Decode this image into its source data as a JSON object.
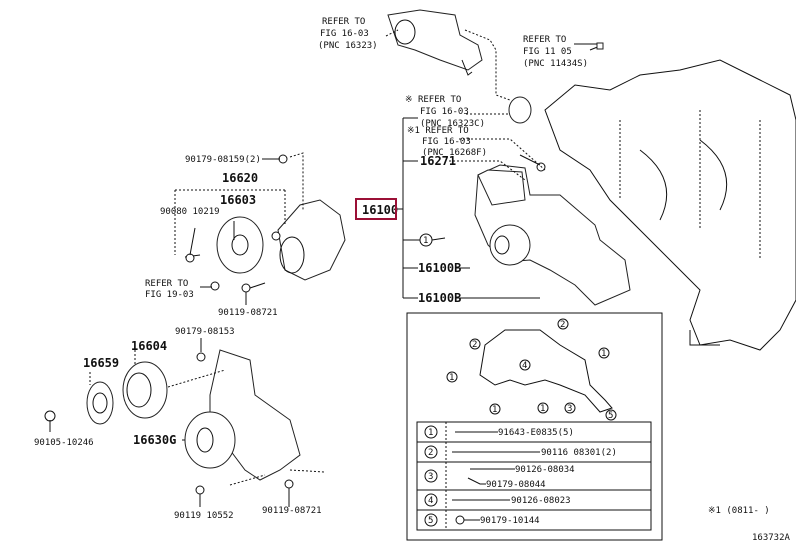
{
  "diagram_id": "163732A",
  "highlight_color": "#9b1036",
  "footnote": "※1 (0811-     )",
  "refs": {
    "top_left": [
      "REFER TO",
      "FIG 16-03",
      "(PNC 16323)"
    ],
    "top_right": [
      "REFER TO",
      "FIG 11 05",
      "(PNC 11434S)"
    ],
    "mid_a": [
      "※ REFER TO",
      "FIG 16-03",
      "(PNC 16323C)"
    ],
    "mid_b": [
      "※1 REFER TO",
      "FIG 16-03",
      "(PNC 16268F)"
    ],
    "left": [
      "REFER TO",
      "FIG 19-03"
    ]
  },
  "labels": {
    "p16271": "16271",
    "p16100": "16100",
    "p16100b_1": "16100B",
    "p16100b_2": "16100B",
    "p90179_08159": "90179-08159(2)",
    "p16620": "16620",
    "p16603": "16603",
    "p90080_10219": "90080 10219",
    "p90119_08721_a": "90119-08721",
    "p90179_08153": "90179-08153",
    "p16604": "16604",
    "p16659": "16659",
    "p90105_10246": "90105-10246",
    "p16630g": "16630G",
    "p90119_10552": "90119 10552",
    "p90119_08721_b": "90119-08721",
    "callout_1": "1"
  },
  "inset_numbers": [
    "1",
    "2",
    "3",
    "4",
    "5"
  ],
  "legend": [
    {
      "num": "1",
      "parts": [
        "91643-E0835(5)"
      ]
    },
    {
      "num": "2",
      "parts": [
        "90116 08301(2)"
      ]
    },
    {
      "num": "3",
      "parts": [
        "90126-08034",
        "90179-08044"
      ]
    },
    {
      "num": "4",
      "parts": [
        "90126-08023"
      ]
    },
    {
      "num": "5",
      "parts": [
        "90179-10144"
      ]
    }
  ]
}
